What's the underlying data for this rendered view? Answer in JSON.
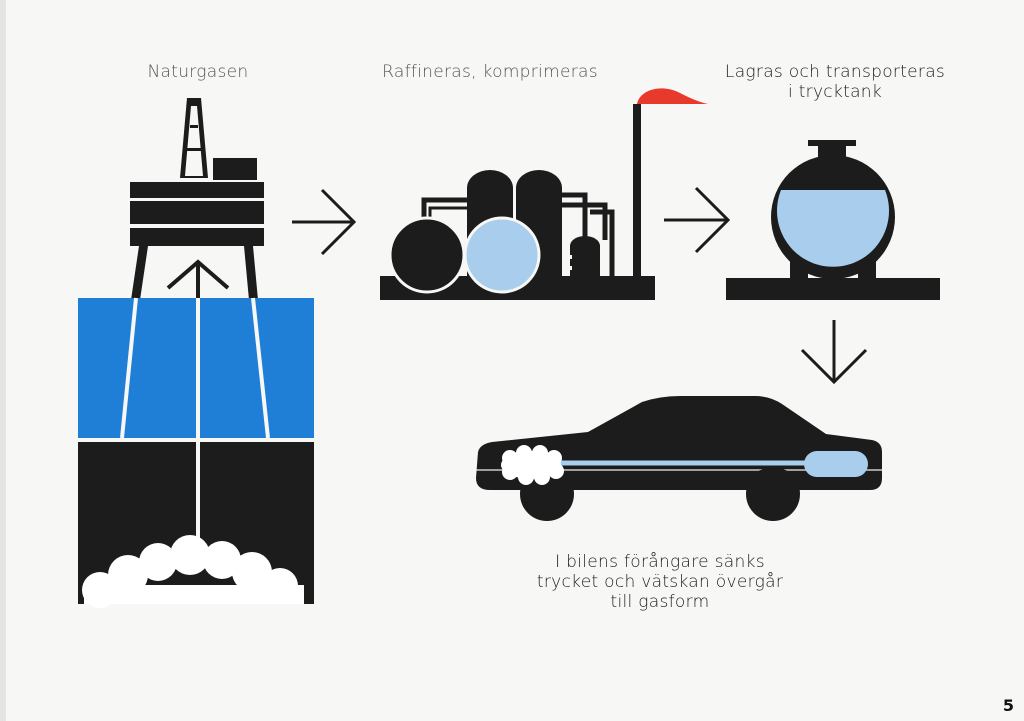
{
  "diagram": {
    "stages": [
      {
        "label": "Naturgasen"
      },
      {
        "label": "Raffineras, komprimeras"
      },
      {
        "label_lines": [
          "Lagras och transporteras",
          "i trycktank"
        ]
      },
      {
        "label_lines": [
          "I bilens förångare sänks",
          "trycket och vätskan övergår",
          "till gasform"
        ]
      }
    ]
  },
  "page_number": "5",
  "colors": {
    "black": "#1c1c1c",
    "sea_blue": "#1f7fd6",
    "gas_light_blue": "#a9cdec",
    "flare_red": "#e8392d",
    "gas_white": "#ffffff"
  }
}
